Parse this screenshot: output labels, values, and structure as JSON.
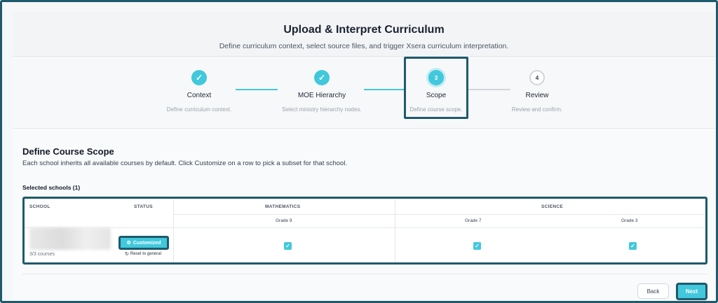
{
  "header": {
    "title": "Upload & Interpret Curriculum",
    "subtitle": "Define curriculum context, select source files, and trigger Xsera curriculum interpretation."
  },
  "stepper": {
    "steps": [
      {
        "number": "✓",
        "title": "Context",
        "desc": "Define curriculum context.",
        "state": "done"
      },
      {
        "number": "✓",
        "title": "MOE Hierarchy",
        "desc": "Select ministry hierarchy nodes.",
        "state": "done"
      },
      {
        "number": "3",
        "title": "Scope",
        "desc": "Define course scope.",
        "state": "active"
      },
      {
        "number": "4",
        "title": "Review",
        "desc": "Review and confirm.",
        "state": "todo"
      }
    ]
  },
  "scope": {
    "title": "Define Course Scope",
    "description": "Each school inherits all available courses by default. Click Customize on a row to pick a subset for that school.",
    "selected_label": "Selected schools (1)"
  },
  "table": {
    "col_school": "SCHOOL",
    "col_status": "STATUS",
    "subjects": [
      {
        "name": "MATHEMATICS",
        "grades": [
          "Grade 9"
        ]
      },
      {
        "name": "SCIENCE",
        "grades": [
          "Grade 7",
          "Grade 3"
        ]
      }
    ],
    "row": {
      "courses": "3/3 courses",
      "status_button": "Customized",
      "reset_link": "Reset to general",
      "checks": [
        true,
        true,
        true
      ]
    }
  },
  "footer": {
    "back_label": "Back",
    "next_label": "Next"
  },
  "colors": {
    "accent": "#41c8dc",
    "highlight_border": "#1e5a6b"
  }
}
